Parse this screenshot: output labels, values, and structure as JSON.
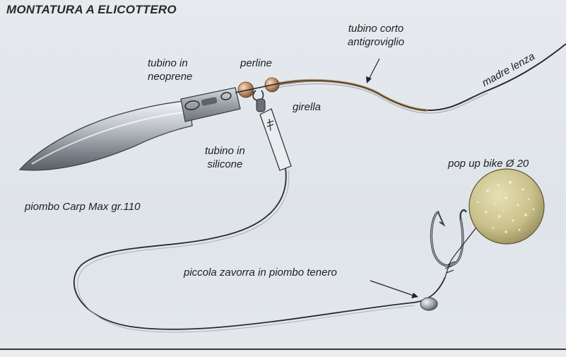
{
  "title": "MONTATURA A ELICOTTERO",
  "labels": {
    "tubino_corto_1": "tubino corto",
    "tubino_corto_2": "antigroviglio",
    "madre_lenza": "madre lenza",
    "tubino_neoprene_1": "tubino in",
    "tubino_neoprene_2": "neoprene",
    "perline": "perline",
    "girella": "girella",
    "tubino_silicone_1": "tubino in",
    "tubino_silicone_2": "silicone",
    "piombo": "piombo Carp Max gr.110",
    "pop_up": "pop up bike Ø 20",
    "zavorra": "piccola zavorra in piombo tenero"
  },
  "colors": {
    "line": "#2b2b2b",
    "lead": "#8f959b",
    "bead": "#c79772",
    "boilie": "#c9c08a"
  }
}
